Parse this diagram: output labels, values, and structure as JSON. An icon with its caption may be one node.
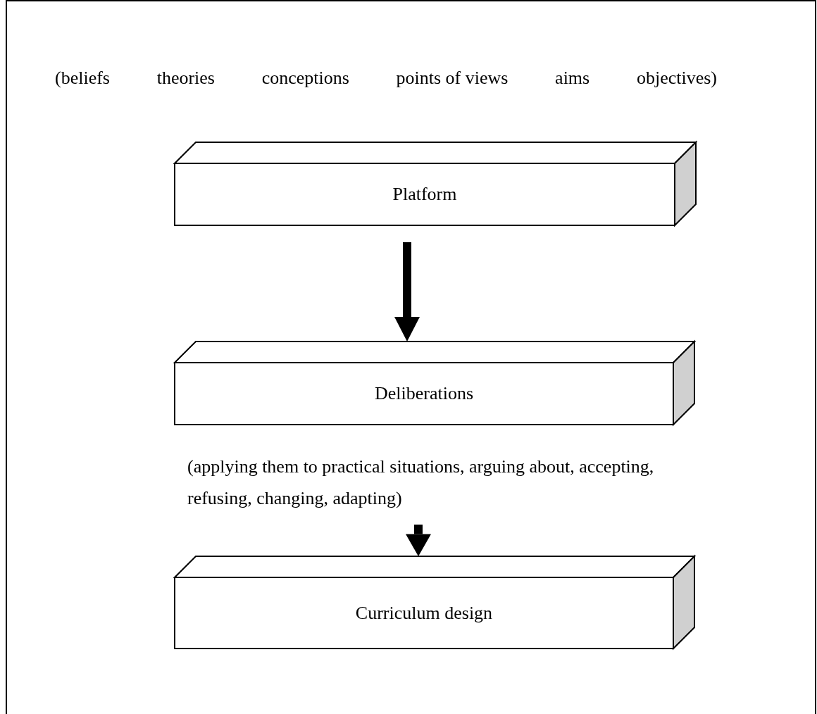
{
  "diagram": {
    "nodes": [
      {
        "text": [
          "Platform"
        ]
      },
      {
        "text": [
          "Deliberations"
        ]
      },
      {
        "text": [
          "(applying them to practical situations, arguing about, accepting, refusing, changing, adapting)"
        ]
      },
      {
        "text": [
          "Curriculum design"
        ]
      }
    ],
    "edges": [
      {
        "from": 0,
        "to": 1,
        "arrow": "to"
      },
      {
        "from": 2,
        "to": 3,
        "arrow": "to"
      }
    ],
    "labels": [
      "(beliefs",
      "theories",
      "conceptions",
      "points of views",
      "aims",
      "objectives)"
    ]
  }
}
